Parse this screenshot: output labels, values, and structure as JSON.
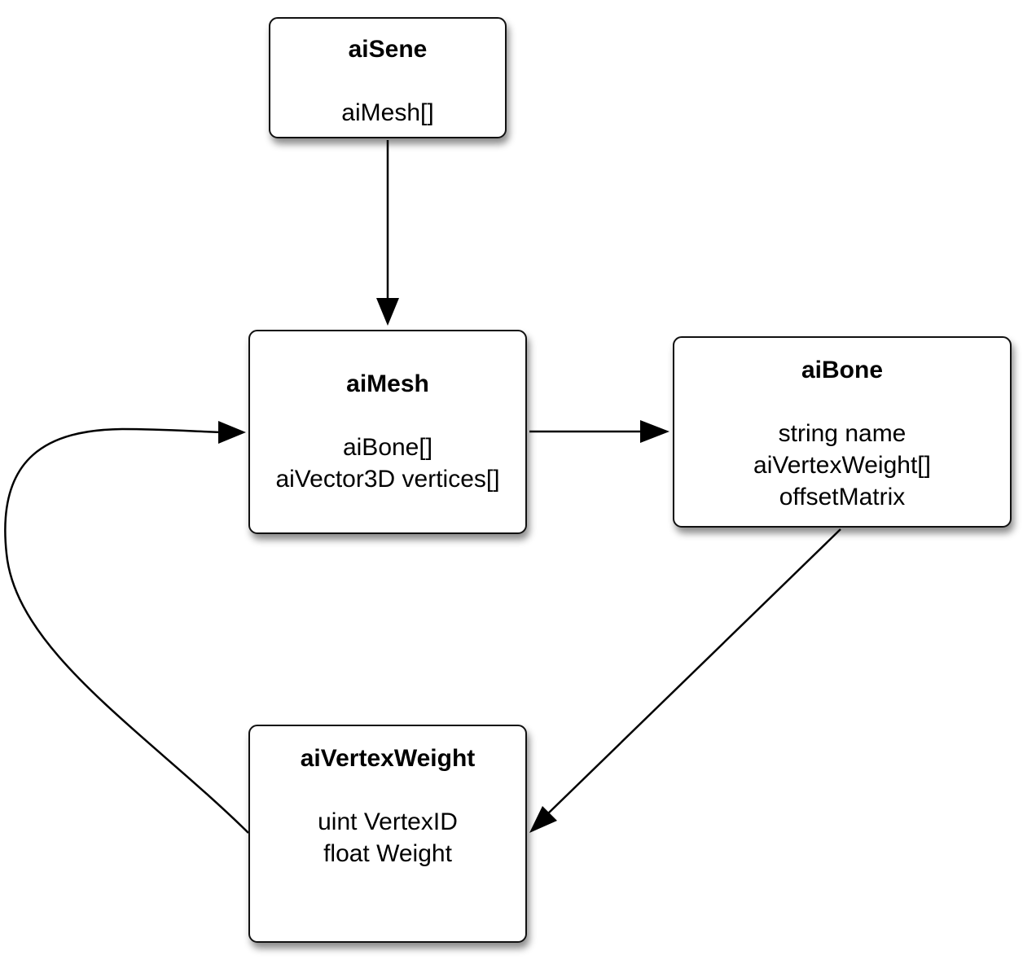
{
  "nodes": {
    "aiscene": {
      "title": "aiSene",
      "fields": [
        "aiMesh[]"
      ]
    },
    "aimesh": {
      "title": "aiMesh",
      "fields": [
        "aiBone[]",
        "aiVector3D vertices[]"
      ]
    },
    "aibone": {
      "title": "aiBone",
      "fields": [
        "string name",
        "aiVertexWeight[]",
        "offsetMatrix"
      ]
    },
    "aivertexweight": {
      "title": "aiVertexWeight",
      "fields": [
        "uint VertexID",
        "float Weight"
      ]
    }
  },
  "edges": [
    {
      "from": "aiSene",
      "to": "aiMesh"
    },
    {
      "from": "aiMesh",
      "to": "aiBone"
    },
    {
      "from": "aiBone",
      "to": "aiVertexWeight"
    },
    {
      "from": "aiVertexWeight",
      "to": "aiMesh"
    }
  ],
  "colors": {
    "line": "#000000",
    "box_border": "#111111",
    "box_fill": "#ffffff"
  }
}
